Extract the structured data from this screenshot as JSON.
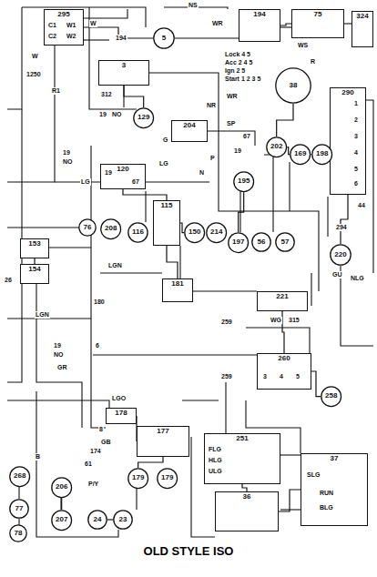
{
  "diagram": {
    "caption": "OLD STYLE ISO",
    "nodes": [
      {
        "text": [
          "295"
        ]
      },
      {
        "text": [
          "5"
        ]
      },
      {
        "text": [
          "194"
        ]
      },
      {
        "text": [
          "75"
        ]
      },
      {
        "text": [
          "324"
        ]
      },
      {
        "text": [
          "3"
        ]
      },
      {
        "text": [
          "38"
        ]
      },
      {
        "text": [
          "129"
        ]
      },
      {
        "text": [
          "204"
        ]
      },
      {
        "text": [
          "290"
        ]
      },
      {
        "text": [
          "120"
        ]
      },
      {
        "text": [
          "202"
        ]
      },
      {
        "text": [
          "169"
        ]
      },
      {
        "text": [
          "198"
        ]
      },
      {
        "text": [
          "195"
        ]
      },
      {
        "text": [
          "76"
        ]
      },
      {
        "text": [
          "208"
        ]
      },
      {
        "text": [
          "115"
        ]
      },
      {
        "text": [
          "116"
        ]
      },
      {
        "text": [
          "150"
        ]
      },
      {
        "text": [
          "214"
        ]
      },
      {
        "text": [
          "197"
        ]
      },
      {
        "text": [
          "56"
        ]
      },
      {
        "text": [
          "57"
        ]
      },
      {
        "text": [
          "181"
        ]
      },
      {
        "text": [
          "153"
        ]
      },
      {
        "text": [
          "154"
        ]
      },
      {
        "text": [
          "220"
        ]
      },
      {
        "text": [
          "221"
        ]
      },
      {
        "text": [
          "260"
        ]
      },
      {
        "text": [
          "258"
        ]
      },
      {
        "text": [
          "178"
        ]
      },
      {
        "text": [
          "177"
        ]
      },
      {
        "text": [
          "179"
        ]
      },
      {
        "text": [
          "179"
        ]
      },
      {
        "text": [
          "251"
        ]
      },
      {
        "text": [
          "36"
        ]
      },
      {
        "text": [
          "37"
        ]
      },
      {
        "text": [
          "268"
        ]
      },
      {
        "text": [
          "77"
        ]
      },
      {
        "text": [
          "206"
        ]
      },
      {
        "text": [
          "207"
        ]
      },
      {
        "text": [
          "24"
        ]
      },
      {
        "text": [
          "23"
        ]
      },
      {
        "text": [
          "78"
        ]
      }
    ],
    "edges": [
      {
        "from": 0,
        "to": 1,
        "arrow": "none"
      },
      {
        "from": 2,
        "to": 3,
        "arrow": "none"
      },
      {
        "from": 5,
        "to": 7,
        "arrow": "none"
      },
      {
        "from": 6,
        "to": 11,
        "arrow": "none"
      },
      {
        "from": 11,
        "to": 12,
        "arrow": "none"
      },
      {
        "from": 12,
        "to": 13,
        "arrow": "none"
      },
      {
        "from": 10,
        "to": 17,
        "arrow": "none"
      },
      {
        "from": 17,
        "to": 19,
        "arrow": "none"
      },
      {
        "from": 14,
        "to": 21,
        "arrow": "none"
      },
      {
        "from": 28,
        "to": 29,
        "arrow": "none"
      },
      {
        "from": 29,
        "to": 30,
        "arrow": "none"
      },
      {
        "from": 31,
        "to": 32,
        "arrow": "none"
      },
      {
        "from": 32,
        "to": 33,
        "arrow": "none"
      },
      {
        "from": 35,
        "to": 36,
        "arrow": "none"
      },
      {
        "from": 36,
        "to": 37,
        "arrow": "none"
      },
      {
        "from": 40,
        "to": 41,
        "arrow": "none"
      },
      {
        "from": 42,
        "to": 43,
        "arrow": "none"
      },
      {
        "from": 25,
        "to": 26,
        "arrow": "none"
      },
      {
        "from": 9,
        "to": 27,
        "arrow": "none"
      },
      {
        "from": 24,
        "to": 17,
        "arrow": "none"
      }
    ],
    "labels": [
      "C1",
      "C2",
      "W1",
      "W2",
      "W",
      "194",
      "NS",
      "WR",
      "W",
      "1250",
      "R1",
      "19",
      "NO",
      "312",
      "19",
      "NO",
      "G",
      "LG",
      "P",
      "19",
      "67",
      "LG",
      "Lock 4 5",
      "Acc 2 4 5",
      "Ign 2 5",
      "Start 1 2 3 5",
      "WR",
      "SP",
      "67",
      "19",
      "NR",
      "1",
      "2",
      "3",
      "4",
      "5",
      "6",
      "44",
      "294",
      "WS",
      "R",
      "GU",
      "NLG",
      "259",
      "315",
      "WG",
      "259",
      "3",
      "4",
      "5",
      "LGN",
      "180",
      "6",
      "GR",
      "19",
      "NO",
      "26",
      "LGN",
      "N",
      "LGO",
      "174",
      "8",
      "GB",
      "61",
      "P/Y",
      "B",
      "FLG",
      "HLG",
      "ULG",
      "SLG",
      "RUN",
      "BLG"
    ]
  }
}
